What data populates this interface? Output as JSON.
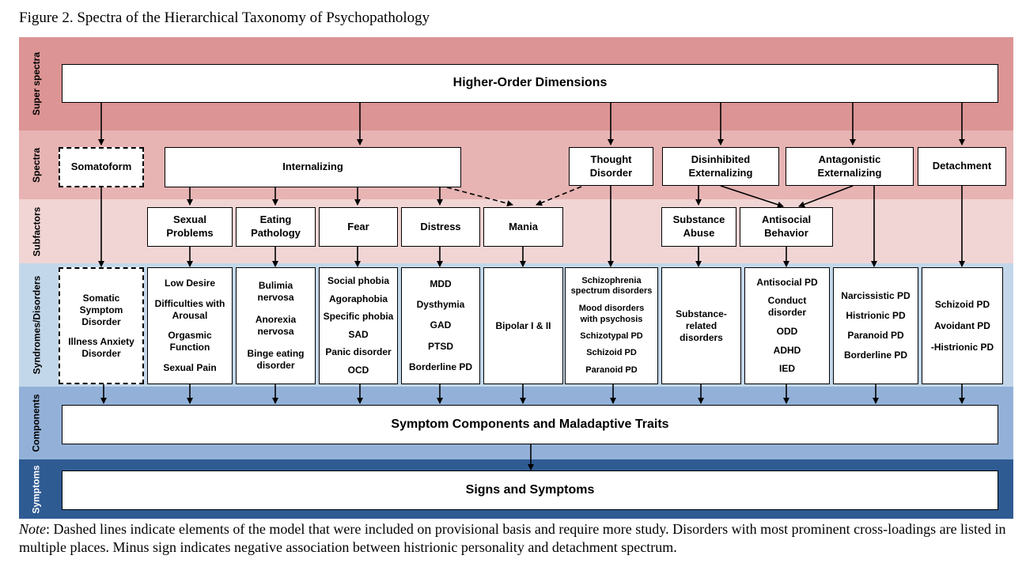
{
  "caption": "Figure 2. Spectra of the Hierarchical Taxonomy of Psychopathology",
  "colors": {
    "super_spectra_band": "#dc9494",
    "spectra_band": "#e7b3b3",
    "subfactors_band": "#f1d5d5",
    "syndromes_band": "#c3d7ea",
    "components_band": "#93b1d8",
    "symptoms_band": "#2f5b93"
  },
  "levels": {
    "super_spectra": "Super spectra",
    "spectra": "Spectra",
    "subfactors": "Subfactors",
    "syndromes": "Syndromes/Disorders",
    "components": "Components",
    "symptoms": "Symptoms"
  },
  "nodes": {
    "higher_order": "Higher-Order Dimensions",
    "somatoform": "Somatoform",
    "internalizing": "Internalizing",
    "thought_disorder": "Thought\nDisorder",
    "disinhibited_externalizing": "Disinhibited\nExternalizing",
    "antagonistic_externalizing": "Antagonistic\nExternalizing",
    "detachment": "Detachment",
    "sexual_problems": "Sexual\nProblems",
    "eating_pathology": "Eating\nPathology",
    "fear": "Fear",
    "distress": "Distress",
    "mania": "Mania",
    "substance_abuse": "Substance\nAbuse",
    "antisocial_behavior": "Antisocial\nBehavior",
    "symptom_components": "Symptom Components and Maladaptive Traits",
    "signs_symptoms": "Signs and Symptoms"
  },
  "syndromes": {
    "somatoform": [
      "Somatic\nSymptom\nDisorder",
      "Illness Anxiety\nDisorder"
    ],
    "sexual": [
      "Low Desire",
      "Difficulties with\nArousal",
      "Orgasmic\nFunction",
      "Sexual Pain"
    ],
    "eating": [
      "Bulimia\nnervosa",
      "Anorexia\nnervosa",
      "Binge eating\ndisorder"
    ],
    "fear": [
      "Social phobia",
      "Agoraphobia",
      "Specific phobia",
      "SAD",
      "Panic disorder",
      "OCD"
    ],
    "distress": [
      "MDD",
      "Dysthymia",
      "GAD",
      "PTSD",
      "Borderline PD"
    ],
    "mania": [
      "Bipolar I & II"
    ],
    "thought": [
      "Schizophrenia\nspectrum disorders",
      "Mood disorders\nwith psychosis",
      "Schizotypal PD",
      "Schizoid PD",
      "Paranoid PD"
    ],
    "substance": [
      "Substance-\nrelated\ndisorders"
    ],
    "antisocial": [
      "Antisocial PD",
      "Conduct\ndisorder",
      "ODD",
      "ADHD",
      "IED"
    ],
    "antagonistic": [
      "Narcissistic PD",
      "Histrionic PD",
      "Paranoid PD",
      "Borderline PD"
    ],
    "detachment": [
      "Schizoid PD",
      "Avoidant PD",
      "-Histrionic PD"
    ]
  },
  "note": {
    "label": "Note",
    "text": ": Dashed lines indicate elements of the model that were included on provisional basis and require more study. Disorders with most prominent cross-loadings are listed in multiple places. Minus sign indicates negative association between histrionic personality and detachment spectrum."
  }
}
